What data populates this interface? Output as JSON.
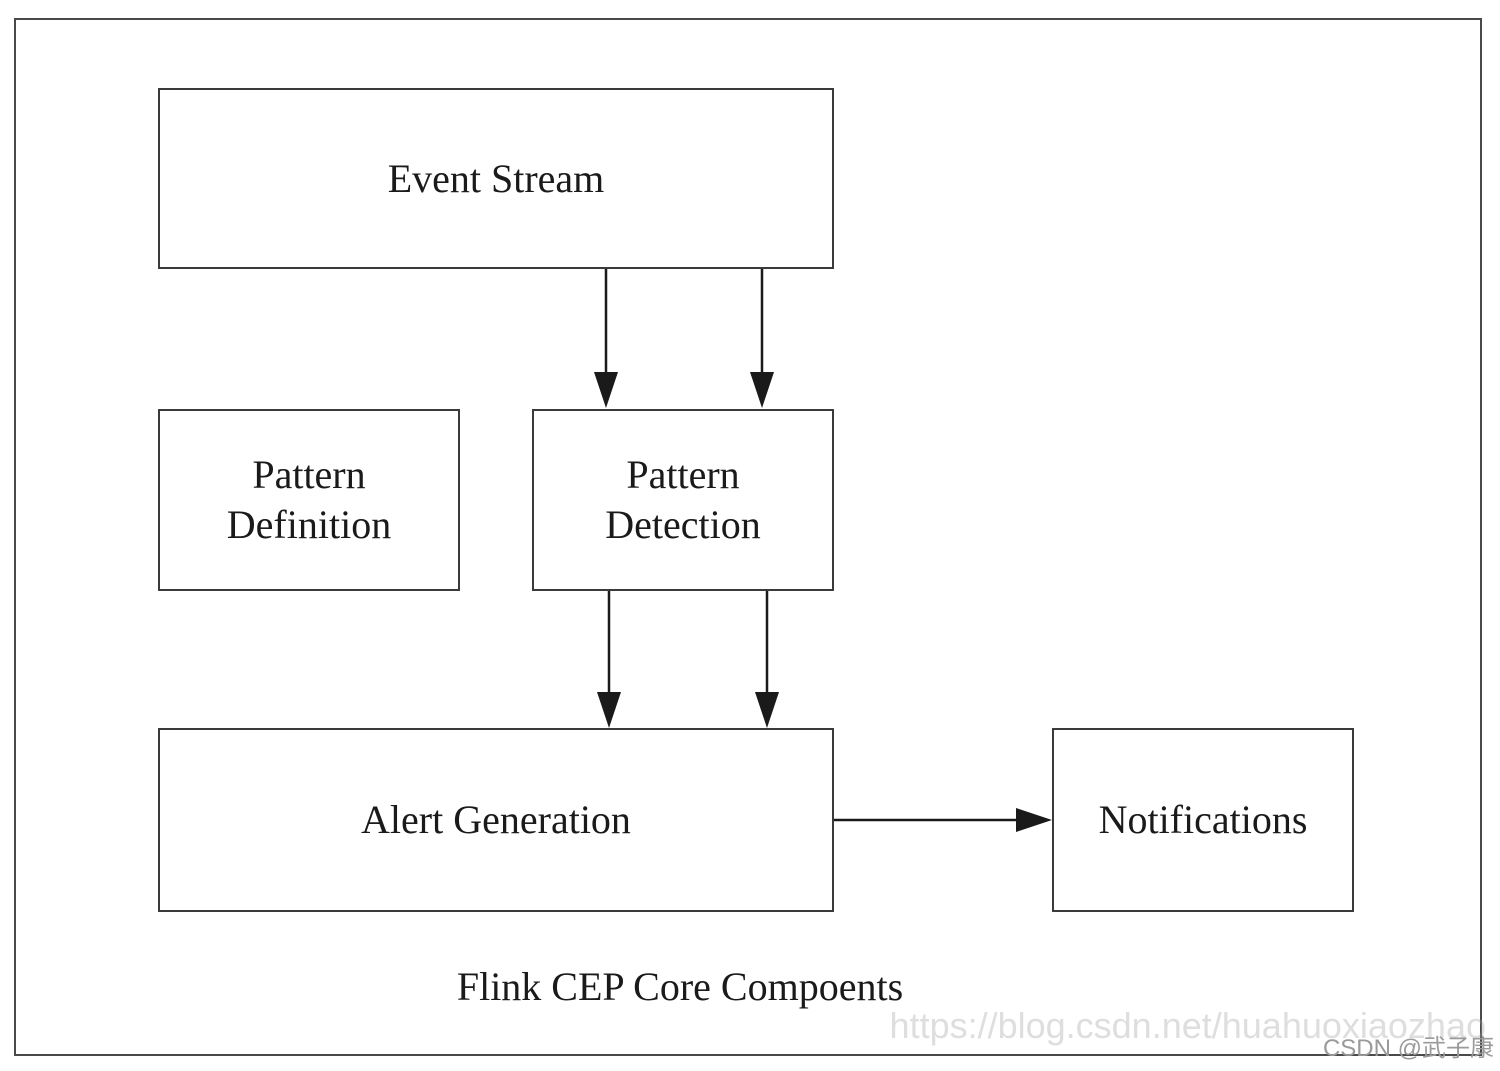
{
  "nodes": {
    "event_stream": "Event Stream",
    "pattern_definition": [
      "Pattern",
      "Definition"
    ],
    "pattern_detection": [
      "Pattern",
      "Detection"
    ],
    "alert_generation": "Alert Generation",
    "notifications": "Notifications"
  },
  "edges": [
    {
      "from": "Event Stream",
      "to": "Pattern Detection",
      "count": 2
    },
    {
      "from": "Pattern Detection",
      "to": "Alert Generation",
      "count": 2
    },
    {
      "from": "Alert Generation",
      "to": "Notifications",
      "count": 1
    }
  ],
  "caption": "Flink CEP Core Compoents",
  "watermark": {
    "url": "https://blog.csdn.net/huahuoxiaozhao",
    "tag": "CSDN @武子康"
  },
  "colors": {
    "stroke": "#3a3a3a",
    "text": "#1a1a1a",
    "background": "#ffffff"
  }
}
